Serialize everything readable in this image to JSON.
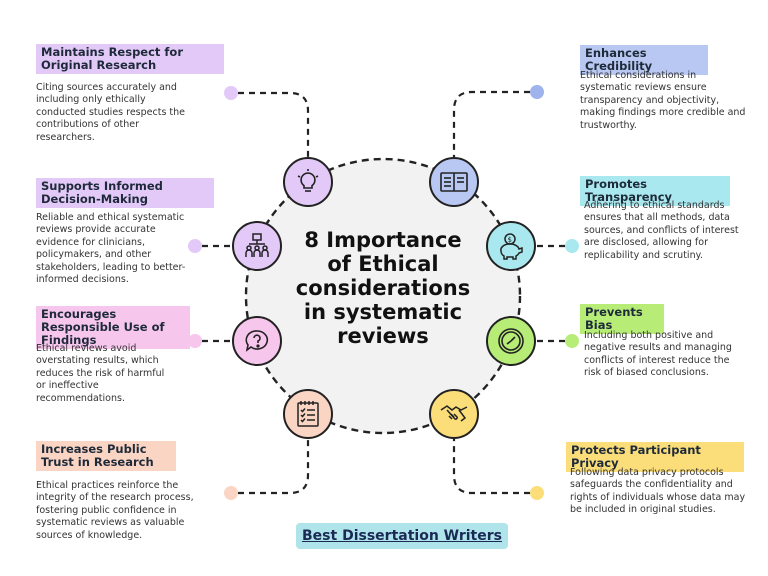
{
  "title": "8 Importance of Ethical considerations in systematic reviews",
  "footer": "Best Dissertation Writers",
  "icons": {
    "lightbulb": "lightbulb-icon",
    "book": "open-book-icon",
    "network": "people-network-icon",
    "piggy": "piggy-bank-icon",
    "question": "question-bubble-icon",
    "clock": "clock-icon",
    "checklist": "checklist-icon",
    "handshake": "handshake-icon"
  },
  "colors": {
    "purple": "#e3c9f8",
    "blue": "#b9c8f2",
    "pink": "#f7c6ec",
    "teal": "#a9e8ee",
    "green": "#b7ec77",
    "peach": "#fbd5c3",
    "yellow": "#fbde79"
  },
  "points": [
    {
      "heading": "Maintains Respect for Original Research",
      "description": "Citing sources accurately and including only ethically conducted studies respects the contributions of other researchers."
    },
    {
      "heading": "Enhances Credibility",
      "description": "Ethical considerations in systematic reviews ensure transparency and objectivity, making findings more credible and trustworthy."
    },
    {
      "heading": "Supports Informed Decision-Making",
      "description": "Reliable and ethical systematic reviews provide accurate evidence for clinicians, policymakers, and other stakeholders, leading to better-informed decisions."
    },
    {
      "heading": "Promotes Transparency",
      "description": "Adhering to ethical standards ensures that all methods, data sources, and conflicts of interest are disclosed, allowing for replicability and scrutiny."
    },
    {
      "heading": "Encourages Responsible Use of Findings",
      "description": "Ethical reviews avoid overstating results, which reduces the risk of harmful or ineffective recommendations."
    },
    {
      "heading": "Prevents Bias",
      "description": "Including both positive and negative results and managing conflicts of interest reduce the risk of biased conclusions."
    },
    {
      "heading": "Increases Public Trust in Research",
      "description": "Ethical practices reinforce the integrity of the research process, fostering public confidence in systematic reviews as valuable sources of knowledge."
    },
    {
      "heading": "Protects Participant Privacy",
      "description": "Following data privacy protocols safeguards the confidentiality and rights of individuals whose data may be included in original studies."
    }
  ]
}
